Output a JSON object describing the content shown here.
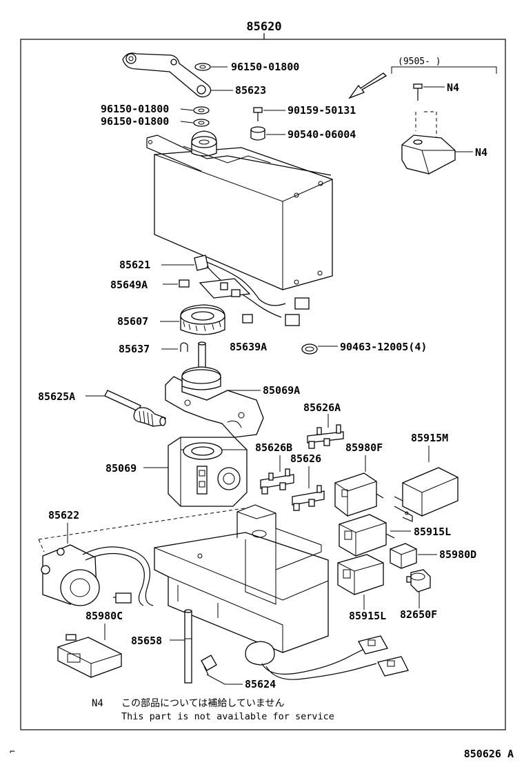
{
  "assembly_number": "85620",
  "date_note": "(9505-        )",
  "parts": {
    "p1": "96150-01800",
    "p2": "85623",
    "p3": "96150-01800",
    "p4": "96150-01800",
    "p5": "90159-50131",
    "p6": "90540-06004",
    "p7": "N4",
    "p8": "N4",
    "p9": "85621",
    "p10": "85649A",
    "p11": "85607",
    "p12": "85639A",
    "p13": "85637",
    "p14": "90463-12005(4)",
    "p15": "85069A",
    "p16": "85625A",
    "p17": "85626A",
    "p18": "85626B",
    "p19": "85626",
    "p20": "85980F",
    "p21": "85915M",
    "p22": "85069",
    "p23": "85622",
    "p24": "85915L",
    "p25": "85980D",
    "p26": "85915L",
    "p27": "82650F",
    "p28": "85980C",
    "p29": "85658",
    "p30": "85624"
  },
  "note": {
    "marker": "N4",
    "japanese": "この部品については補給していません",
    "english": "This part is not available for service"
  },
  "footer": {
    "left_mark": "⌐",
    "figure_id": "850626 A"
  }
}
